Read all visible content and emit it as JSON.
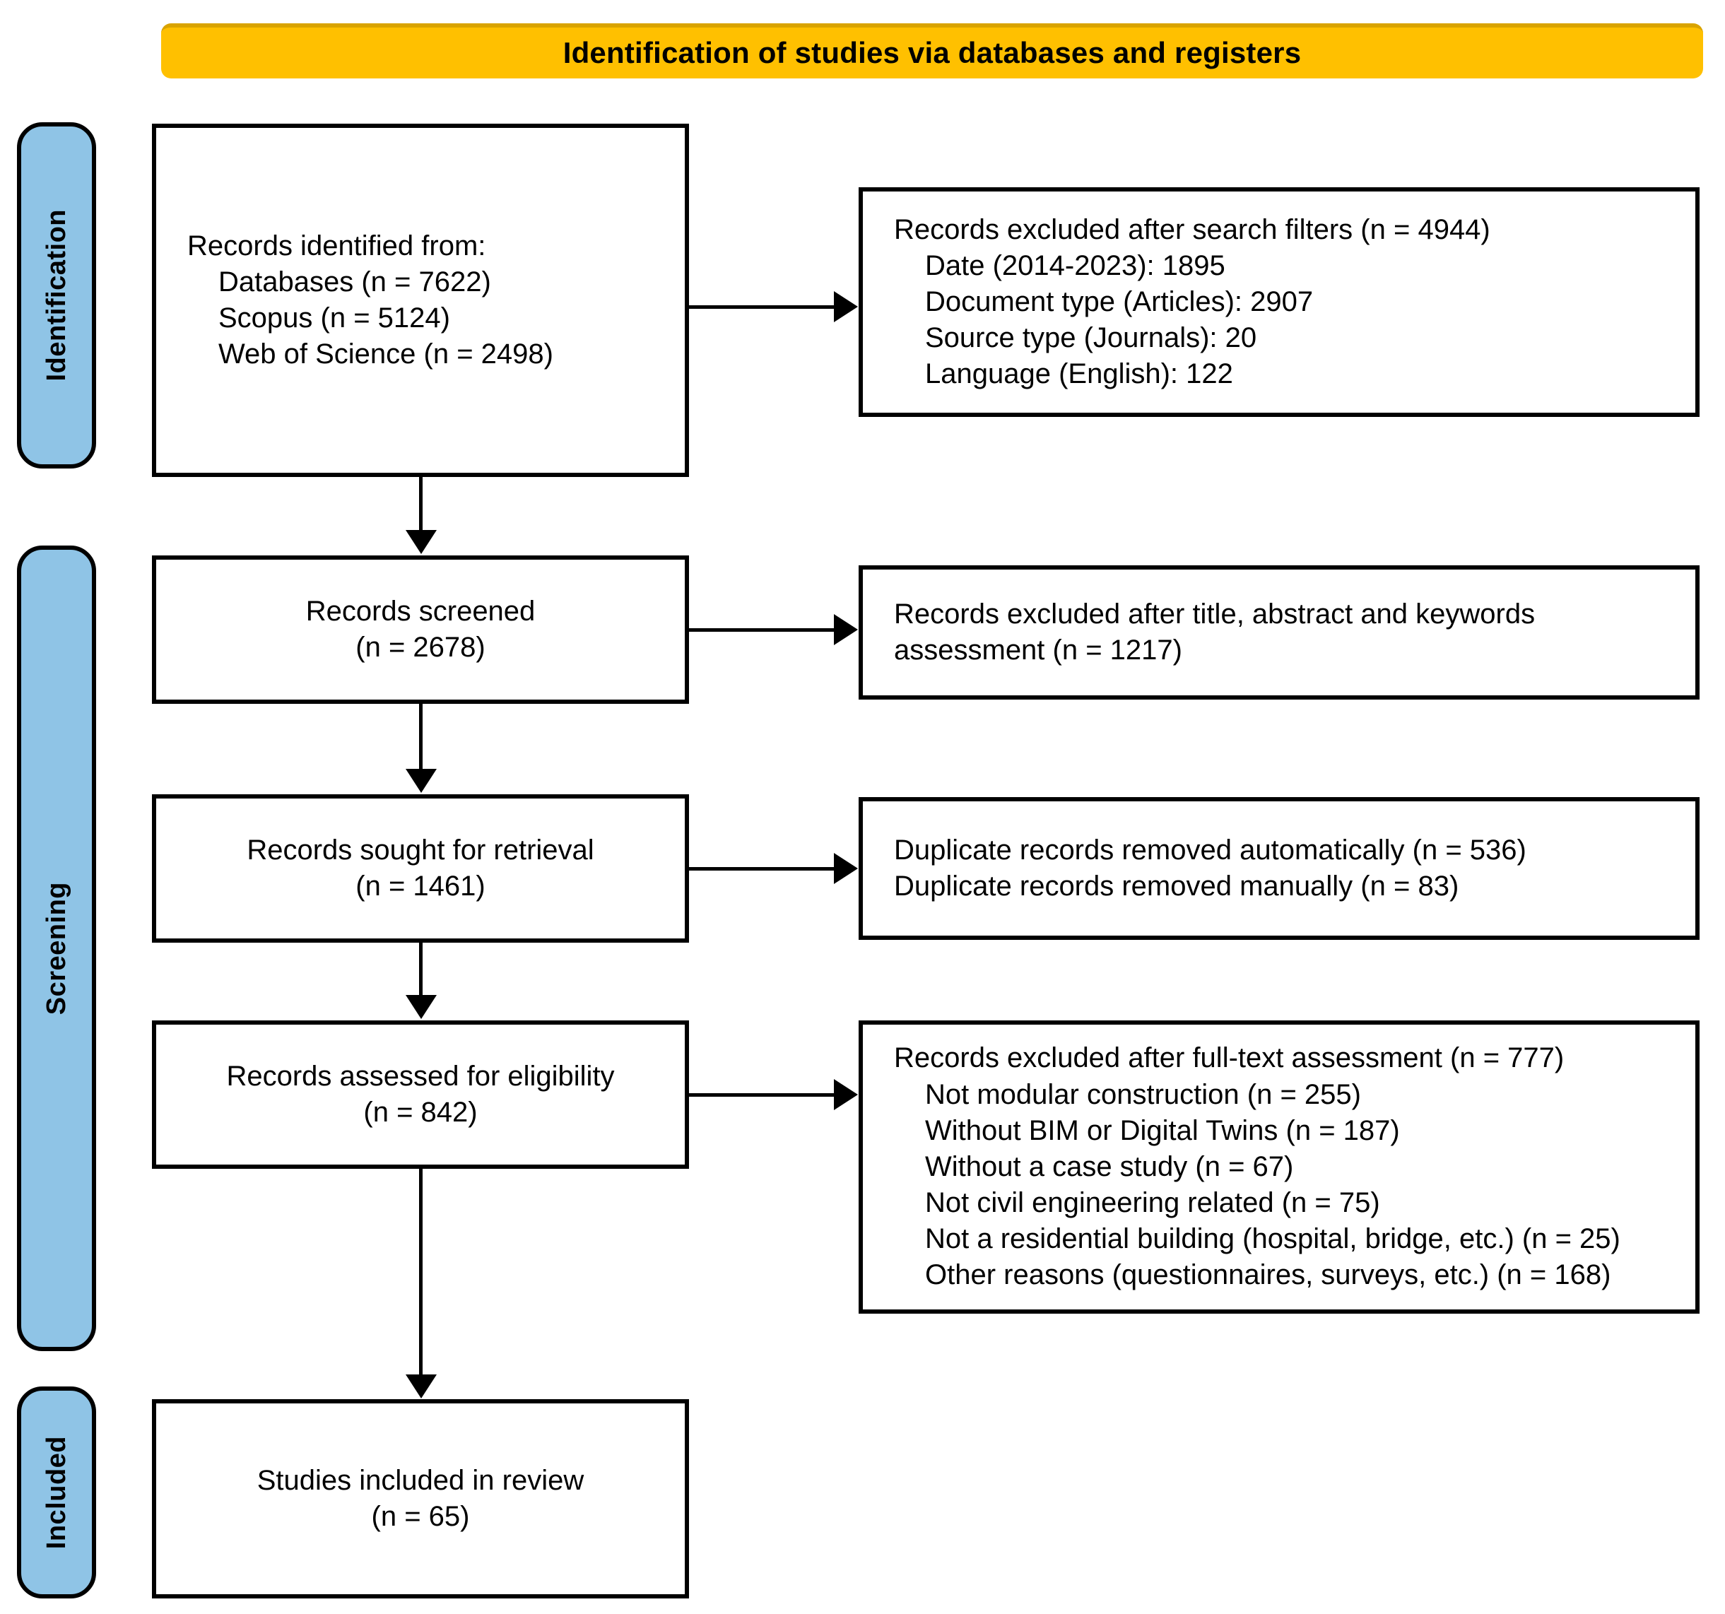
{
  "banner": {
    "title": "Identification of studies via databases and registers"
  },
  "stages": [
    {
      "label": "Identification"
    },
    {
      "label": "Screening"
    },
    {
      "label": "Included"
    }
  ],
  "nodes": {
    "identified": {
      "lines": [
        "Records identified from:",
        "Databases (n = 7622)",
        "Scopus (n = 5124)",
        "Web of Science (n = 2498)"
      ]
    },
    "excluded_search_filters": {
      "lines": [
        "Records excluded after search filters (n = 4944)",
        "Date (2014-2023): 1895",
        "Document type (Articles): 2907",
        "Source type (Journals): 20",
        "Language (English): 122"
      ]
    },
    "screened": {
      "lines": [
        "Records screened",
        "(n = 2678)"
      ]
    },
    "excluded_title_abstract": {
      "lines": [
        "Records excluded after title, abstract and keywords",
        "assessment (n = 1217)"
      ]
    },
    "sought_retrieval": {
      "lines": [
        "Records sought for retrieval",
        "(n = 1461)"
      ]
    },
    "duplicates_removed": {
      "lines": [
        "Duplicate records removed automatically (n = 536)",
        "Duplicate records removed manually (n = 83)"
      ]
    },
    "assessed_eligibility": {
      "lines": [
        "Records assessed for eligibility",
        "(n = 842)"
      ]
    },
    "excluded_full_text": {
      "lines": [
        "Records excluded after full-text assessment (n = 777)",
        "Not modular construction (n = 255)",
        "Without BIM or Digital Twins (n = 187)",
        "Without a case study (n = 67)",
        "Not civil engineering related (n = 75)",
        "Not a residential building (hospital, bridge, etc.) (n = 25)",
        "Other reasons (questionnaires, surveys, etc.) (n = 168)"
      ]
    },
    "included_review": {
      "lines": [
        "Studies included in review",
        "(n = 65)"
      ]
    }
  },
  "flow_data": {
    "type": "prisma-flow",
    "counts": {
      "records_identified_databases": 7622,
      "scopus": 5124,
      "web_of_science": 2498,
      "excluded_after_search_filters": 4944,
      "excluded_date_2014_2023": 1895,
      "excluded_document_type_articles": 2907,
      "excluded_source_type_journals": 20,
      "excluded_language_english": 122,
      "records_screened": 2678,
      "excluded_title_abstract_keywords": 1217,
      "records_sought_for_retrieval": 1461,
      "duplicates_removed_automatically": 536,
      "duplicates_removed_manually": 83,
      "records_assessed_for_eligibility": 842,
      "excluded_after_full_text": 777,
      "not_modular_construction": 255,
      "without_bim_or_digital_twins": 187,
      "without_case_study": 67,
      "not_civil_engineering_related": 75,
      "not_residential_building": 25,
      "other_reasons": 168,
      "studies_included_in_review": 65
    }
  },
  "colors": {
    "banner_fill": "#FFC000",
    "banner_edge": "#D9A300",
    "stage_fill": "#8FC4E6",
    "stroke": "#000000",
    "box_fill": "#FFFFFF"
  }
}
